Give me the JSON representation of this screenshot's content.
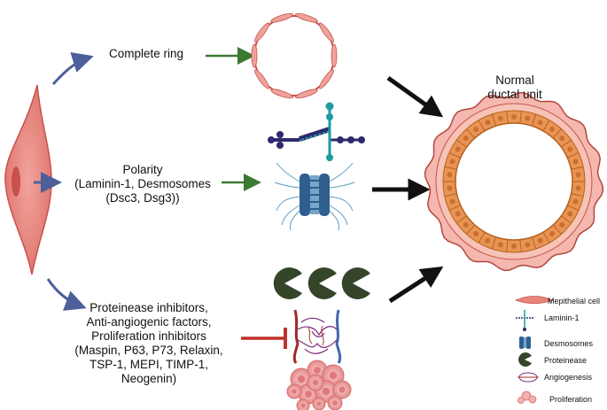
{
  "labels": {
    "complete_ring": "Complete ring",
    "polarity": [
      "Polarity",
      "(Laminin-1, Desmosomes",
      "(Dsc3, Dsg3))"
    ],
    "inhibitors": [
      "Proteinease inhibitors,",
      "Anti-angiogenic factors,",
      "Proliferation inhibitors",
      "(Maspin, P63, P73, Relaxin,",
      "TSP-1, MEPI, TIMP-1,",
      "Neogenin)"
    ],
    "normal_unit": [
      "Normal",
      "ductal unit"
    ]
  },
  "legend": [
    {
      "label": "Mepithelial cell",
      "icon": "myoepithelial-cell-icon"
    },
    {
      "label": "Laminin-1",
      "icon": "laminin-icon"
    },
    {
      "label": "Desmosomes",
      "icon": "desmosome-icon"
    },
    {
      "label": "Proteinease",
      "icon": "proteinase-icon"
    },
    {
      "label": "Angiogenesis",
      "icon": "angiogenesis-icon"
    },
    {
      "label": "Proliferation",
      "icon": "proliferation-icon"
    }
  ],
  "colors": {
    "cell": "#e8857d",
    "cell_dark": "#c9504b",
    "blue_arrow": "#4d5f9a",
    "green_arrow": "#3b7a32",
    "red_inhibit": "#c0302c",
    "black_arrow": "#111111",
    "pacman": "#34452a",
    "laminin_navy": "#2d2a6e",
    "laminin_teal": "#1e9aa0",
    "desmo_blue": "#2e5f8f",
    "duct_orange": "#e99454"
  }
}
